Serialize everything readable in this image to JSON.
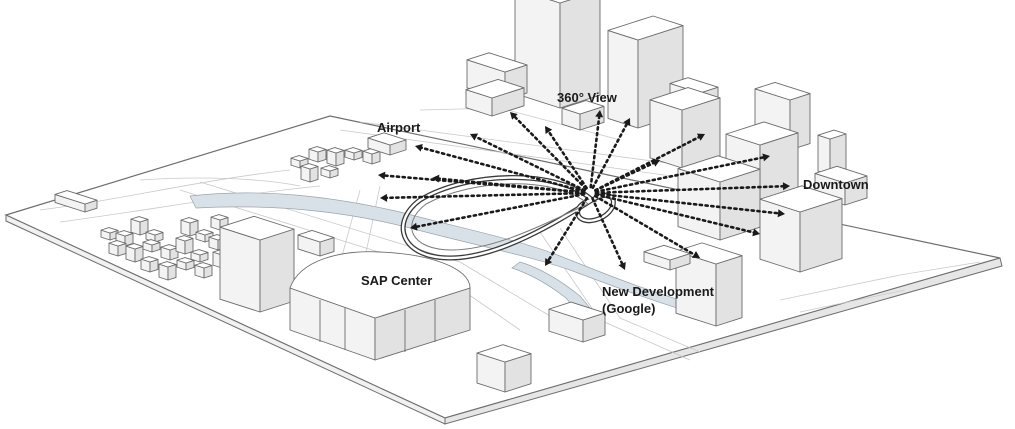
{
  "labels": {
    "view": "360° View",
    "airport": "Airport",
    "downtown": "Downtown",
    "sap_center": "SAP Center",
    "new_development_line1": "New Development",
    "new_development_line2": "(Google)"
  },
  "colors": {
    "ground": "#ffffff",
    "ground_edge": "#6e6e6e",
    "river": "#d9e1e8",
    "building_top": "#ffffff",
    "building_left": "#f3f3f3",
    "building_right": "#e2e2e2",
    "view_rays": "#1a1a1a"
  }
}
